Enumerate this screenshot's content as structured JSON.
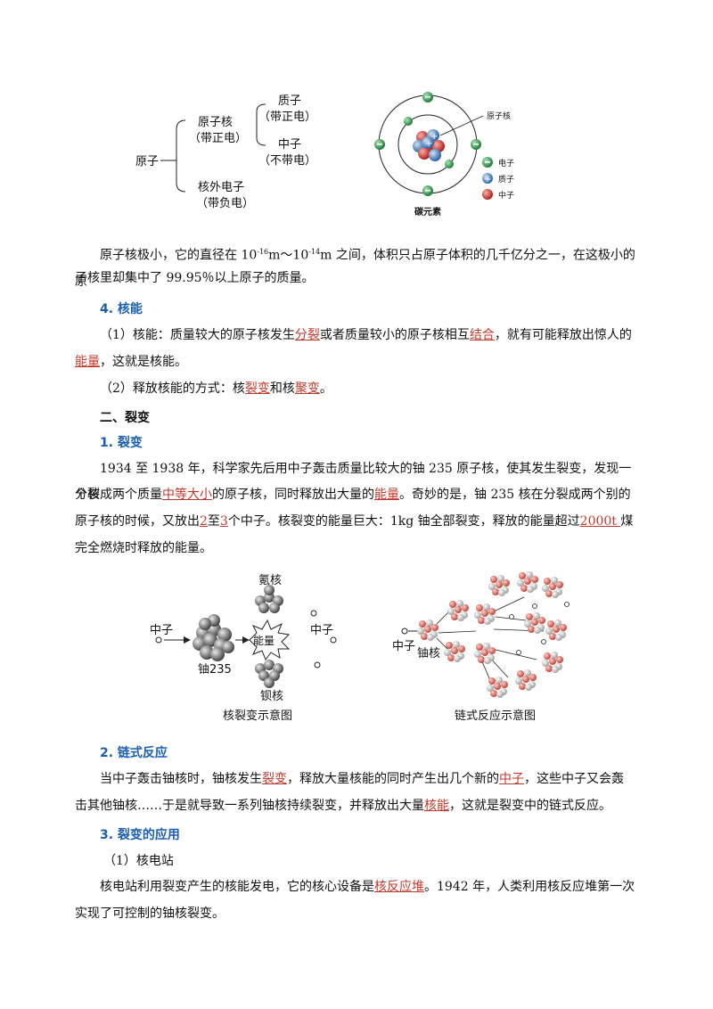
{
  "atom_tree": {
    "root": "原子",
    "nucleus": "原子核",
    "nucleus_note": "（带正电）",
    "proton": "质子",
    "proton_note": "（带正电）",
    "neutron": "中子",
    "neutron_note": "（不带电）",
    "electron": "核外电子",
    "electron_note": "（带负电）"
  },
  "carbon_diagram": {
    "nucleus_label": "原子核",
    "caption": "碳元素",
    "legend": [
      "电子",
      "质子",
      "中子"
    ],
    "colors": {
      "electron": "#2e9e4d",
      "proton": "#3b7fc4",
      "neutron": "#d6332c"
    }
  },
  "para_nucleus": {
    "t1": "原子核极小，它的直径在 10",
    "e1": "-16",
    "t2": "m～10",
    "e2": "-14",
    "t3": "m 之间，体积只占原子体积的几千亿分之一，在这极小的原",
    "t4": "子核里却集中了 99.95％以上原子的质量。"
  },
  "sec4": {
    "title": "4. 核能",
    "p1_a": "（1）核能：质量较大的原子核发生",
    "p1_b": "分裂",
    "p1_c": "或者质量较小的原子核相互",
    "p1_d": "结合",
    "p1_e": "，就有可能释放出惊人的",
    "p1_f": "能量",
    "p1_g": "，这就是核能。",
    "p2_a": "（2）释放核能的方式：核",
    "p2_b": "裂变",
    "p2_c": "和核",
    "p2_d": "聚变",
    "p2_e": "。"
  },
  "sec2_title": "二、裂变",
  "sec_fission": {
    "title": "1. 裂变",
    "l1": "1934 至 1938 年，科学家先后用中子轰击质量比较大的铀 235 原子核，使其发生裂变，发现一个核",
    "l2_a": "分裂成两个质量",
    "l2_b": "中等大小",
    "l2_c": "的原子核，同时释放出大量的",
    "l2_d": "能量",
    "l2_e": "。奇妙的是，铀 235 核在分裂成两个别的",
    "l3_a": "原子核的时候，又放出",
    "l3_b": "2",
    "l3_c": "至",
    "l3_d": "3",
    "l3_e": "个中子。核裂变的能量巨大：1kg 铀全部裂变，释放的能量超过",
    "l3_f": "2000t ",
    "l3_g": "煤",
    "l4": "完全燃烧时释放的能量。"
  },
  "fission_fig": {
    "neutron_in": "中子",
    "uranium": "铀235",
    "energy": "能量",
    "krypton": "氪核",
    "barium": "钡核",
    "neutron_out": "中子",
    "caption": "核裂变示意图"
  },
  "chain_fig": {
    "neutron": "中子",
    "uranium": "铀核",
    "caption": "链式反应示意图"
  },
  "sec_chain": {
    "title": "2. 链式反应",
    "l1_a": "当中子轰击铀核时，铀核发生",
    "l1_b": "裂变",
    "l1_c": "，释放大量核能的同时产生出几个新的",
    "l1_d": "中子",
    "l1_e": "，这些中子又会轰",
    "l2_a": "击其他铀核……于是就导致一系列铀核持续裂变，并释放出大量",
    "l2_b": "核能",
    "l2_c": "，这就是裂变中的链式反应。"
  },
  "sec_app": {
    "title": "3. 裂变的应用",
    "sub": "（1）核电站",
    "l1_a": "核电站利用裂变产生的核能发电，它的核心设备是",
    "l1_b": "核反应堆",
    "l1_c": "。1942 年，人类利用核反应堆第一次",
    "l2": "实现了可控制的铀核裂变。"
  }
}
